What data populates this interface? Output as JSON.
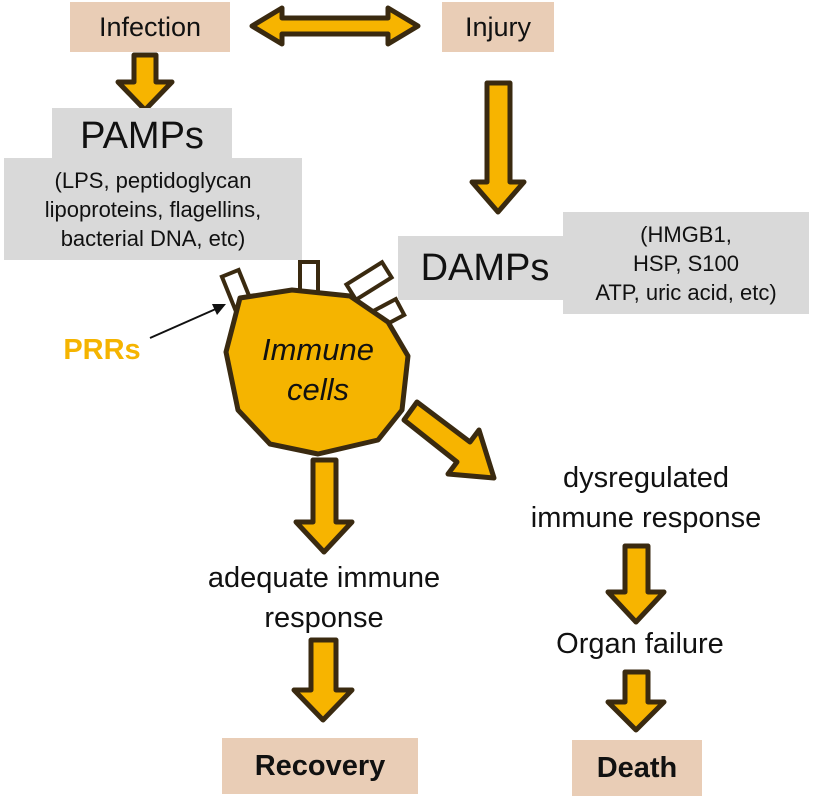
{
  "nodes": {
    "infection": "Infection",
    "injury": "Injury",
    "pamps": "PAMPs",
    "pamps_examples": [
      "(LPS, peptidoglycan",
      "lipoproteins, flagellins,",
      "bacterial DNA, etc)"
    ],
    "damps": "DAMPs",
    "damps_examples": [
      "(HMGB1,",
      "HSP, S100",
      "ATP, uric acid, etc)"
    ],
    "prrs": "PRRs",
    "immune_cells": [
      "Immune",
      "cells"
    ],
    "dysregulated": [
      "dysregulated",
      "immune response"
    ],
    "adequate": [
      "adequate immune",
      "response"
    ],
    "organ_failure": "Organ failure",
    "recovery": "Recovery",
    "death": "Death"
  },
  "colors": {
    "arrow_fill": "#f7b400",
    "arrow_stroke": "#3a2a10",
    "cell_fill": "#f5b400",
    "prrs_text": "#f5b400",
    "tan_box": "#e9cdb6",
    "grey_box": "#d9d9d9"
  }
}
